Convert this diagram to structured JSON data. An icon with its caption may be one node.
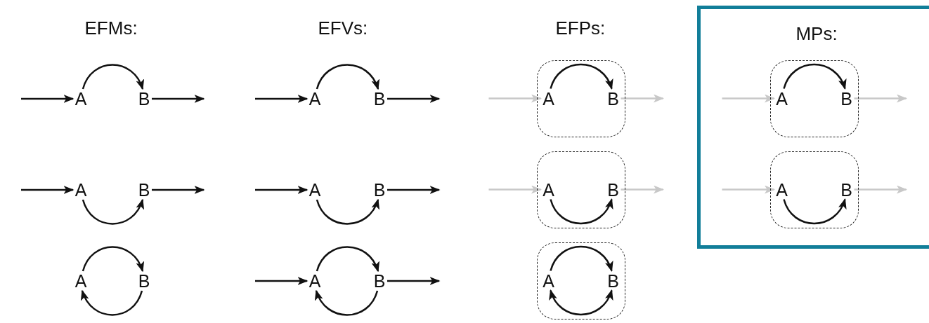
{
  "diagram": {
    "nodes": [
      {
        "text": [
          "MPs:"
        ]
      },
      {
        "text": [
          "A"
        ]
      },
      {
        "text": [
          "B"
        ]
      },
      {
        "text": [
          "A"
        ]
      },
      {
        "text": [
          "B"
        ]
      },
      {
        "text": [],
        "shape": "box"
      },
      {
        "text": [
          "A"
        ],
        "in": 5
      },
      {
        "text": [
          "B"
        ],
        "in": 5
      },
      {
        "text": [],
        "shape": "box",
        "in": 0
      },
      {
        "text": [
          "A"
        ],
        "in": 8
      },
      {
        "text": [
          "B"
        ],
        "in": 8
      },
      {
        "text": [
          "A"
        ]
      },
      {
        "text": [
          "B"
        ]
      },
      {
        "text": [
          "A"
        ]
      },
      {
        "text": [
          "B"
        ]
      },
      {
        "text": [],
        "shape": "box"
      },
      {
        "text": [
          "A"
        ],
        "in": 15
      },
      {
        "text": [
          "B"
        ],
        "in": 15
      },
      {
        "text": [],
        "shape": "box",
        "in": 0
      },
      {
        "text": [
          "A"
        ],
        "in": 18
      },
      {
        "text": [
          "B"
        ],
        "in": 18
      },
      {
        "text": [
          "A"
        ]
      },
      {
        "text": [
          "B"
        ]
      },
      {
        "text": [
          "A"
        ]
      },
      {
        "text": [
          "B"
        ]
      },
      {
        "text": [],
        "shape": "box"
      },
      {
        "text": [
          "A"
        ],
        "in": 25
      },
      {
        "text": [
          "B"
        ],
        "in": 25
      }
    ],
    "edges": [
      {
        "from": null,
        "to": 1,
        "arrow": "to"
      },
      {
        "from": 1,
        "to": 2,
        "arrow": "to"
      },
      {
        "from": 2,
        "to": null,
        "arrow": "to"
      },
      {
        "from": null,
        "to": 3,
        "arrow": "to"
      },
      {
        "from": 3,
        "to": 4,
        "arrow": "to"
      },
      {
        "from": 4,
        "to": null,
        "arrow": "to"
      },
      {
        "from": null,
        "to": 6,
        "arrow": "to",
        "color": "#c8c8c8"
      },
      {
        "from": 6,
        "to": 7,
        "arrow": "to"
      },
      {
        "from": 7,
        "to": null,
        "arrow": "to",
        "color": "#c8c8c8"
      },
      {
        "from": null,
        "to": 9,
        "arrow": "to",
        "color": "#c8c8c8"
      },
      {
        "from": 9,
        "to": 10,
        "arrow": "to"
      },
      {
        "from": 10,
        "to": null,
        "arrow": "to",
        "color": "#c8c8c8"
      },
      {
        "from": null,
        "to": 11,
        "arrow": "to"
      },
      {
        "from": 11,
        "to": 12,
        "arrow": "to"
      },
      {
        "from": 12,
        "to": null,
        "arrow": "to"
      },
      {
        "from": null,
        "to": 13,
        "arrow": "to"
      },
      {
        "from": 13,
        "to": 14,
        "arrow": "to"
      },
      {
        "from": 14,
        "to": null,
        "arrow": "to"
      },
      {
        "from": null,
        "to": 16,
        "arrow": "to",
        "color": "#c8c8c8"
      },
      {
        "from": 16,
        "to": 17,
        "arrow": "to"
      },
      {
        "from": 17,
        "to": null,
        "arrow": "to",
        "color": "#c8c8c8"
      },
      {
        "from": null,
        "to": 19,
        "arrow": "to",
        "color": "#c8c8c8"
      },
      {
        "from": 19,
        "to": 20,
        "arrow": "to"
      },
      {
        "from": 20,
        "to": null,
        "arrow": "to",
        "color": "#c8c8c8"
      },
      {
        "from": 21,
        "to": 22,
        "arrow": "to"
      },
      {
        "from": 22,
        "to": 21,
        "arrow": "to"
      },
      {
        "from": null,
        "to": 23,
        "arrow": "to"
      },
      {
        "from": 23,
        "to": 24,
        "arrow": "to"
      },
      {
        "from": 24,
        "to": 23,
        "arrow": "to"
      },
      {
        "from": 24,
        "to": null,
        "arrow": "to"
      },
      {
        "from": 26,
        "to": 27,
        "arrow": "to"
      },
      {
        "from": 26,
        "to": 27,
        "arrow": "both"
      }
    ],
    "labels": [
      "EFMs:",
      "EFVs:",
      "EFPs:"
    ]
  }
}
